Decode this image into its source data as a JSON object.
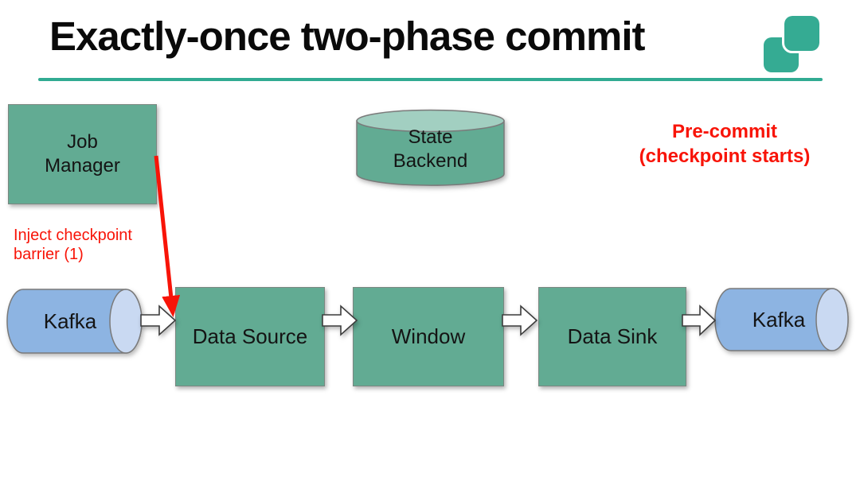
{
  "slide": {
    "title": "Exactly-once two-phase commit"
  },
  "annotations": {
    "inject_checkpoint": "Inject checkpoint\nbarrier (1)",
    "pre_commit": "Pre-commit\n(checkpoint starts)"
  },
  "nodes": {
    "job_manager": {
      "label": "Job\nManager"
    },
    "state_backend": {
      "label": "State\nBackend"
    },
    "kafka_source": {
      "label": "Kafka"
    },
    "data_source": {
      "label": "Data Source"
    },
    "window": {
      "label": "Window"
    },
    "data_sink": {
      "label": "Data Sink"
    },
    "kafka_sink": {
      "label": "Kafka"
    }
  },
  "icons": {
    "logo": "two-overlapping-rounded-squares"
  },
  "colors": {
    "accent_teal": "#35ab93",
    "node_green": "#62ab93",
    "cylinder_top_green": "#a2cfc1",
    "kafka_blue": "#8db4e2",
    "kafka_cap_blue": "#c9d9f2",
    "annotation_red": "#f81408",
    "shape_border_gray": "#7a7a7a"
  }
}
